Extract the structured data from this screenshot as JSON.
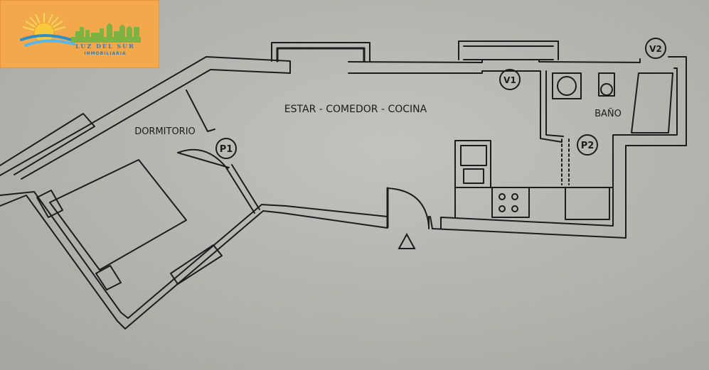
{
  "logo": {
    "brand_line1": "LUZ DEL SUR",
    "brand_line2": "INMOBILIARIA"
  },
  "rooms": {
    "living": "ESTAR - COMEDOR - COCINA",
    "bedroom": "DORMITORIO",
    "bath": "BAÑO"
  },
  "markers": {
    "p1": "P1",
    "p2": "P2",
    "v1": "V1",
    "v2": "V2"
  },
  "colors": {
    "paper": "#b7b5b1",
    "ink": "#1c1c1c",
    "logo_bg": "#f3a94b"
  }
}
